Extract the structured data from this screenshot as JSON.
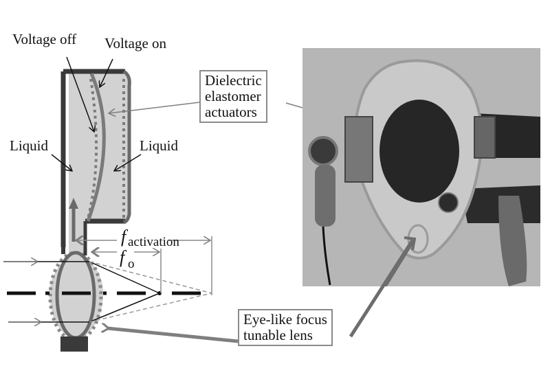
{
  "labels": {
    "voltage_off": "Voltage off",
    "voltage_on": "Voltage on",
    "liquid_left": "Liquid",
    "liquid_right": "Liquid",
    "dea_box": [
      "Dielectric",
      "elastomer",
      "actuators"
    ],
    "lens_box": [
      "Eye-like focus",
      "tunable lens"
    ],
    "f_activation_symbol": "f",
    "f_activation_subscript": "activation",
    "f_o_symbol": "f",
    "f_o_subscript": "o"
  },
  "colors": {
    "chamber_fill": "#d2d2d2",
    "chamber_wall": "#3a3a3a",
    "membrane": "#7a7a7a",
    "leader": "#7f7f7f",
    "photo_bg": "#b4b4b4",
    "dark_disc": "#262626"
  }
}
